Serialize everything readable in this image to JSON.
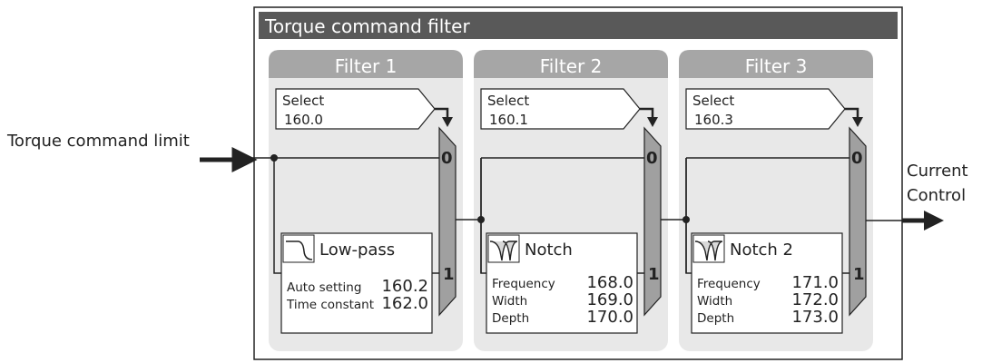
{
  "title": "Torque command filter",
  "input_label": "Torque command limit",
  "output_label_line1": "Current",
  "output_label_line2": "Control",
  "colors": {
    "title_bar": "#595959",
    "filter_header": "#a6a6a6",
    "panel_bg": "#e8e8e8",
    "mux_fill": "#a0a0a0",
    "line": "#222222"
  },
  "filters": [
    {
      "header": "Filter 1",
      "select_label": "Select",
      "select_value": "160.0",
      "mux_input_0": "0",
      "mux_input_1": "1",
      "block_title": "Low-pass",
      "block_icon": "low-pass-icon",
      "params": [
        {
          "label": "Auto setting",
          "value": "160.2"
        },
        {
          "label": "Time constant",
          "value": "162.0"
        }
      ]
    },
    {
      "header": "Filter 2",
      "select_label": "Select",
      "select_value": "160.1",
      "mux_input_0": "0",
      "mux_input_1": "1",
      "block_title": "Notch",
      "block_icon": "notch-icon",
      "params": [
        {
          "label": "Frequency",
          "value": "168.0"
        },
        {
          "label": "Width",
          "value": "169.0"
        },
        {
          "label": "Depth",
          "value": "170.0"
        }
      ]
    },
    {
      "header": "Filter 3",
      "select_label": "Select",
      "select_value": "160.3",
      "mux_input_0": "0",
      "mux_input_1": "1",
      "block_title": "Notch 2",
      "block_icon": "notch-icon",
      "params": [
        {
          "label": "Frequency",
          "value": "171.0"
        },
        {
          "label": "Width",
          "value": "172.0"
        },
        {
          "label": "Depth",
          "value": "173.0"
        }
      ]
    }
  ]
}
